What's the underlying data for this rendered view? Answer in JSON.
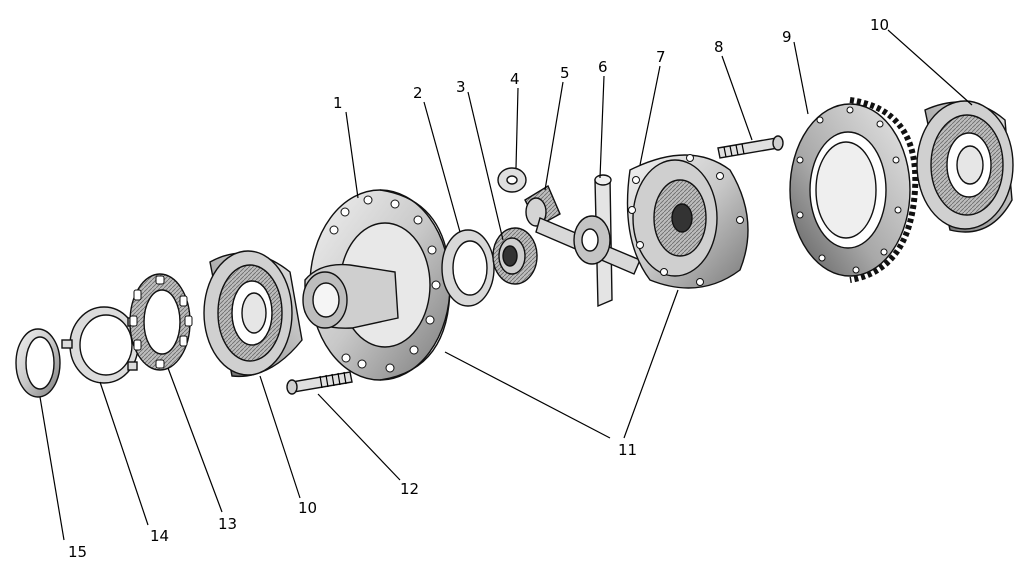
{
  "labels": {
    "l1": "1",
    "l2": "2",
    "l3": "3",
    "l4": "4",
    "l5": "5",
    "l6": "6",
    "l7": "7",
    "l8": "8",
    "l9": "9",
    "l10a": "10",
    "l10b": "10",
    "l11": "11",
    "l12": "12",
    "l13": "13",
    "l14": "14",
    "l15": "15"
  },
  "colors": {
    "ink": "#111111",
    "metal_light": "#e4e4e4",
    "metal_mid": "#b8b8b8",
    "metal_dark": "#6e6e6e"
  }
}
